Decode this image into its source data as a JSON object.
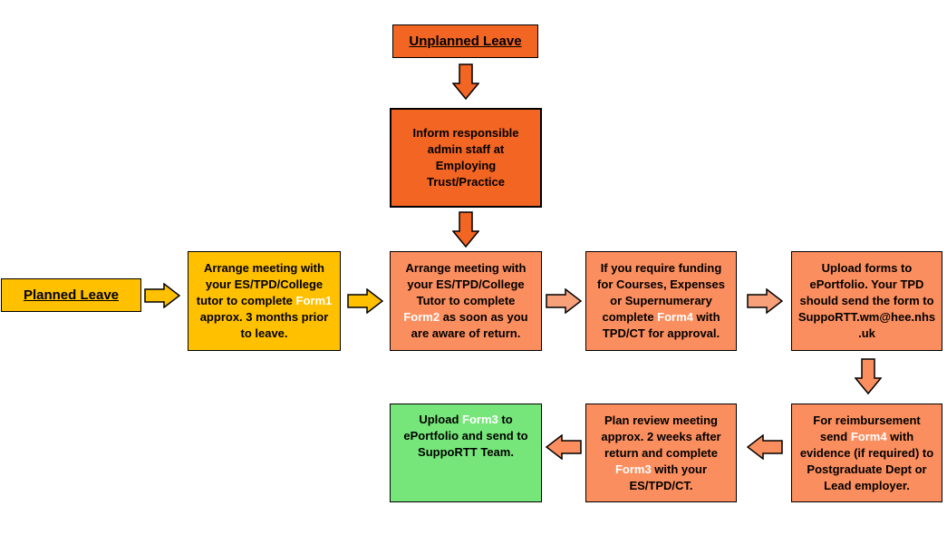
{
  "colors": {
    "unplanned": "#f26522",
    "inform": "#f26522",
    "planned": "#ffc000",
    "step1": "#ffc000",
    "step": "#fb8e5e",
    "final": "#77e67a",
    "highlight": "#ffffff",
    "arrow_dark": "#f26522",
    "arrow_gold": "#ffc000",
    "arrow_light": "#f7a07a"
  },
  "titles": {
    "unplanned": "Unplanned Leave",
    "planned": "Planned Leave"
  },
  "boxes": {
    "inform": {
      "text": "Inform responsible admin staff at Employing Trust/Practice"
    },
    "form1": {
      "pre": "Arrange meeting with your ES/TPD/College tutor to complete ",
      "form": "Form1",
      "post": " approx. 3 months prior to leave."
    },
    "form2": {
      "pre": "Arrange meeting with your ES/TPD/College Tutor to complete ",
      "form": "Form2",
      "post": " as soon as you are aware of return."
    },
    "form4_funding": {
      "pre": "If you require funding for Courses, Expenses or Supernumerary complete ",
      "form": "Form4",
      "post": " with TPD/CT for approval."
    },
    "upload": {
      "text": "Upload forms to ePortfolio. Your TPD should send the form to SuppoRTT.wm@hee.nhs.uk"
    },
    "reimburse": {
      "pre": "For reimbursement send ",
      "form": "Form4",
      "post": " with evidence (if required) to Postgraduate Dept or Lead employer."
    },
    "review": {
      "pre": "Plan review meeting approx. 2 weeks after return and complete ",
      "form": "Form3",
      "post": " with your ES/TPD/CT."
    },
    "final": {
      "pre": "Upload ",
      "form": "Form3",
      "post": " to ePortfolio and send to SuppoRTT Team."
    }
  }
}
